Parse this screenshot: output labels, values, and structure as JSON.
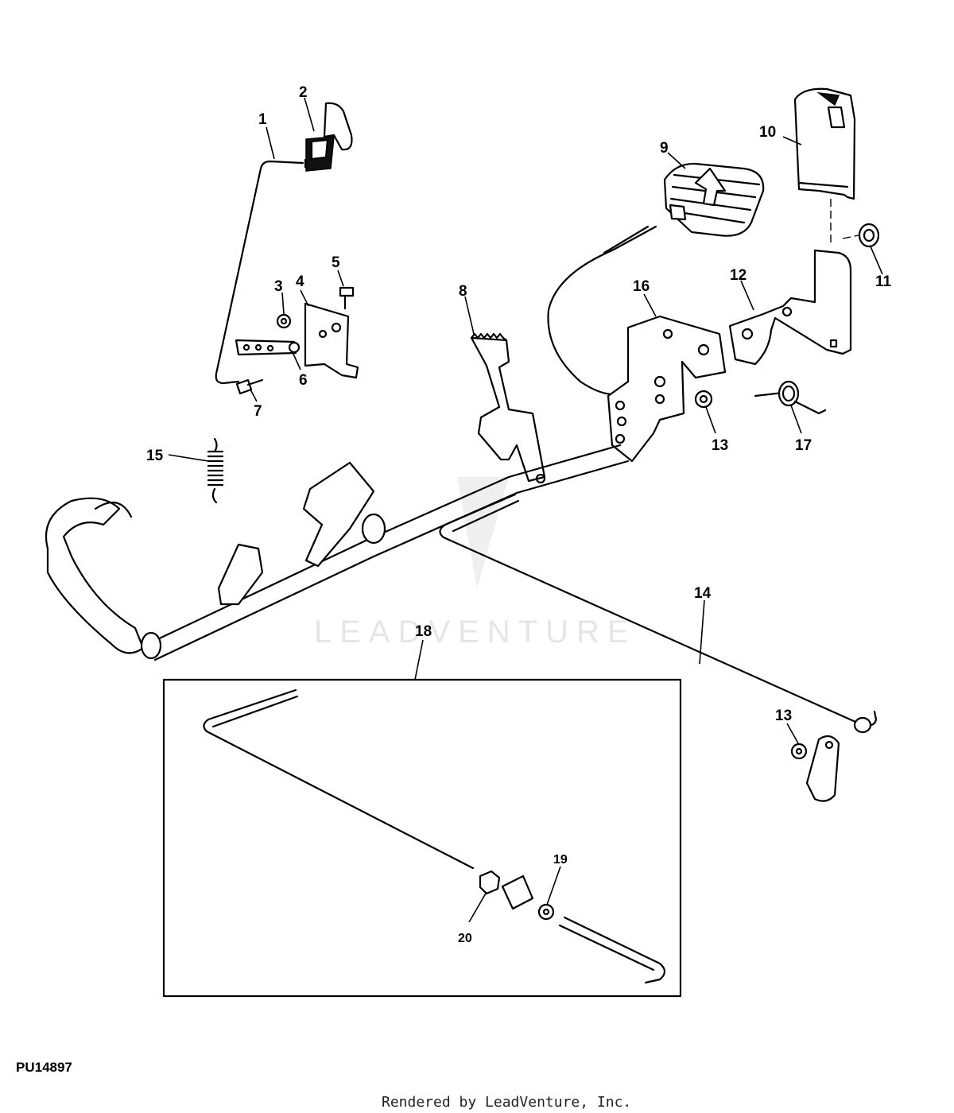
{
  "diagram_id": "PU14897",
  "footer": "Rendered by LeadVenture, Inc.",
  "watermark": "LEADVENTURE",
  "callouts": {
    "c1": "1",
    "c2": "2",
    "c3": "3",
    "c4": "4",
    "c5": "5",
    "c6": "6",
    "c7": "7",
    "c8": "8",
    "c9": "9",
    "c10": "10",
    "c11": "11",
    "c12": "12",
    "c13a": "13",
    "c13b": "13",
    "c14": "14",
    "c15": "15",
    "c16": "16",
    "c17": "17",
    "c18": "18",
    "c19": "19",
    "c20": "20"
  }
}
